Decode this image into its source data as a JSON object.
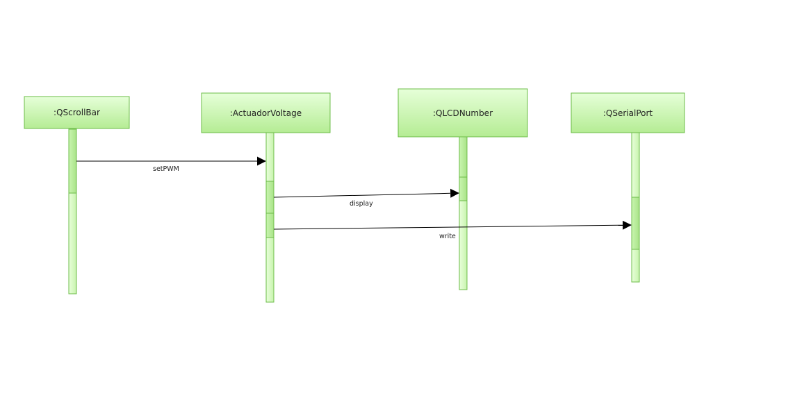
{
  "colors": {
    "box_top": "#e6ffd9",
    "box_bottom": "#b5ec94",
    "box_stroke": "#6cbc48",
    "bar_light": "#e3ffd2",
    "bar_dark": "#b2e992",
    "arrow": "#000000",
    "text": "#222222"
  },
  "objects": [
    {
      "id": "qscrollbar",
      "label": ":QScrollBar"
    },
    {
      "id": "actuadorvoltage",
      "label": ":ActuadorVoltage"
    },
    {
      "id": "qlcdnumber",
      "label": ":QLCDNumber"
    },
    {
      "id": "qserialport",
      "label": ":QSerialPort"
    }
  ],
  "messages": [
    {
      "id": "setpwm",
      "label": "setPWM",
      "from": "qscrollbar",
      "to": "actuadorvoltage"
    },
    {
      "id": "display",
      "label": "display",
      "from": "actuadorvoltage",
      "to": "qlcdnumber"
    },
    {
      "id": "write",
      "label": "write",
      "from": "actuadorvoltage",
      "to": "qserialport"
    }
  ]
}
